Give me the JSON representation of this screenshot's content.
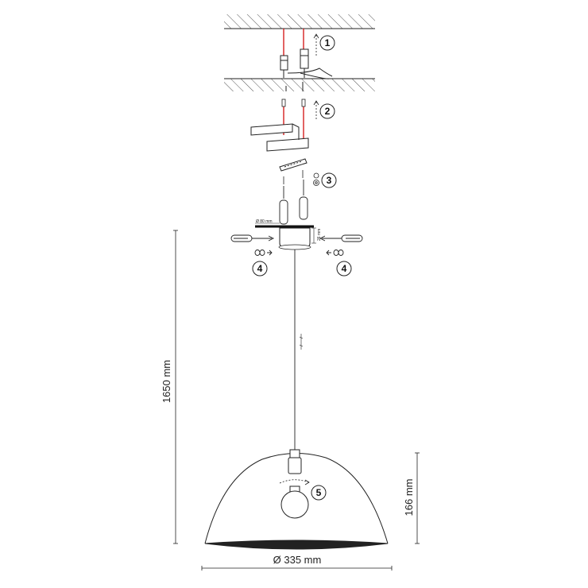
{
  "dimensions": {
    "height_total": "1650 mm",
    "shade_height": "166 mm",
    "shade_diameter": "Ø 335 mm",
    "canopy_diameter": "Ø 80 mm",
    "canopy_height": "26 mm"
  },
  "steps": [
    {
      "number": "1"
    },
    {
      "number": "2"
    },
    {
      "number": "3"
    },
    {
      "number": "4"
    },
    {
      "number": "4"
    },
    {
      "number": "5"
    }
  ],
  "colors": {
    "line": "#222222",
    "wire": "#d61f1f",
    "hatch": "#555555"
  }
}
